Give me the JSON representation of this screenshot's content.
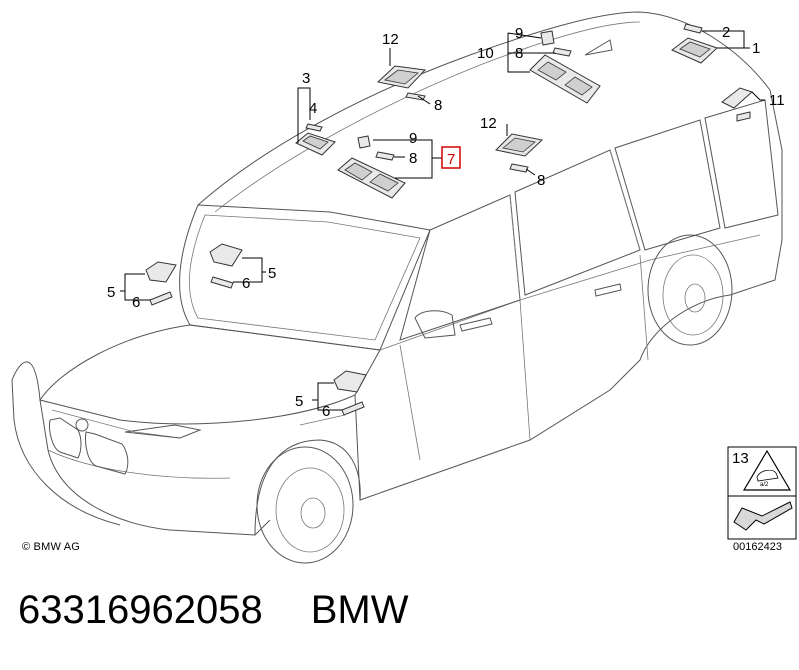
{
  "diagram": {
    "labels": {
      "l1": "1",
      "l2": "2",
      "l3": "3",
      "l4": "4",
      "l5a": "5",
      "l5b": "5",
      "l5c": "5",
      "l6a": "6",
      "l6b": "6",
      "l6c": "6",
      "l7": "7",
      "l8a": "8",
      "l8b": "8",
      "l8c": "8",
      "l8d": "8",
      "l9a": "9",
      "l9b": "9",
      "l10": "10",
      "l11": "11",
      "l12a": "12",
      "l12b": "12",
      "l13": "13"
    },
    "copyright": "© BMW AG",
    "reference_number": "00162423",
    "highlighted_label": "7"
  },
  "caption": {
    "part_number": "63316962058",
    "brand": "BMW"
  },
  "colors": {
    "highlight": "#d40000",
    "line": "#555555"
  }
}
